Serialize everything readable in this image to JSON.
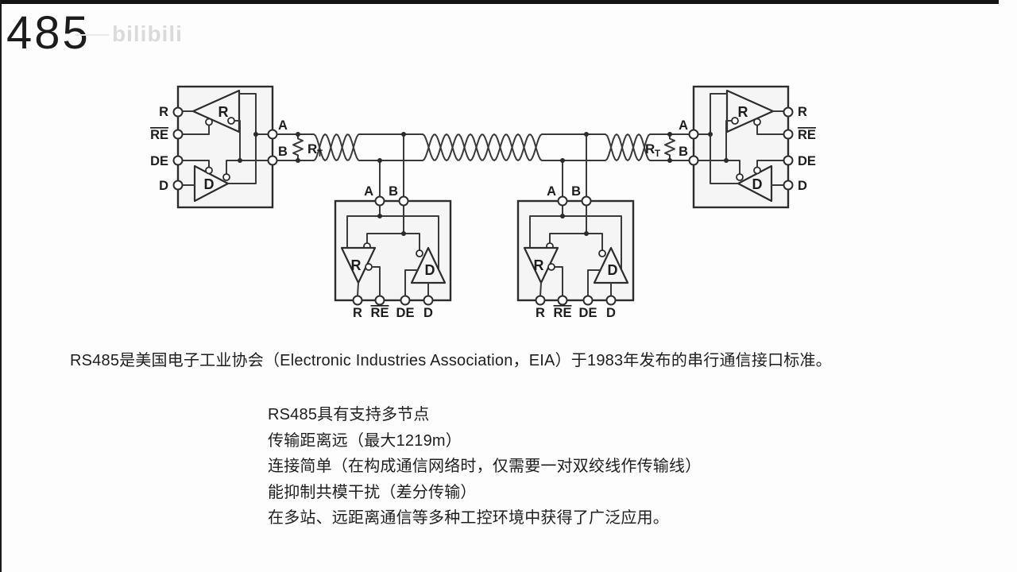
{
  "window": {
    "title": "485",
    "watermark": "bilibili"
  },
  "diagram": {
    "labels": {
      "r": "R",
      "re": "RE",
      "de": "DE",
      "d": "D",
      "a": "A",
      "b": "B",
      "rt_main": "R",
      "rt_sub": "T"
    }
  },
  "body": {
    "intro": "RS485是美国电子工业协会（Electronic Industries Association，EIA）于1983年发布的串行通信接口标准。",
    "features": [
      "RS485具有支持多节点",
      "传输距离远（最大1219m）",
      "连接简单（在构成通信网络时，仅需要一对双绞线作传输线）",
      "能抑制共模干扰（差分传输）",
      "在多站、远距离通信等多种工控环境中获得了广泛应用。"
    ]
  }
}
